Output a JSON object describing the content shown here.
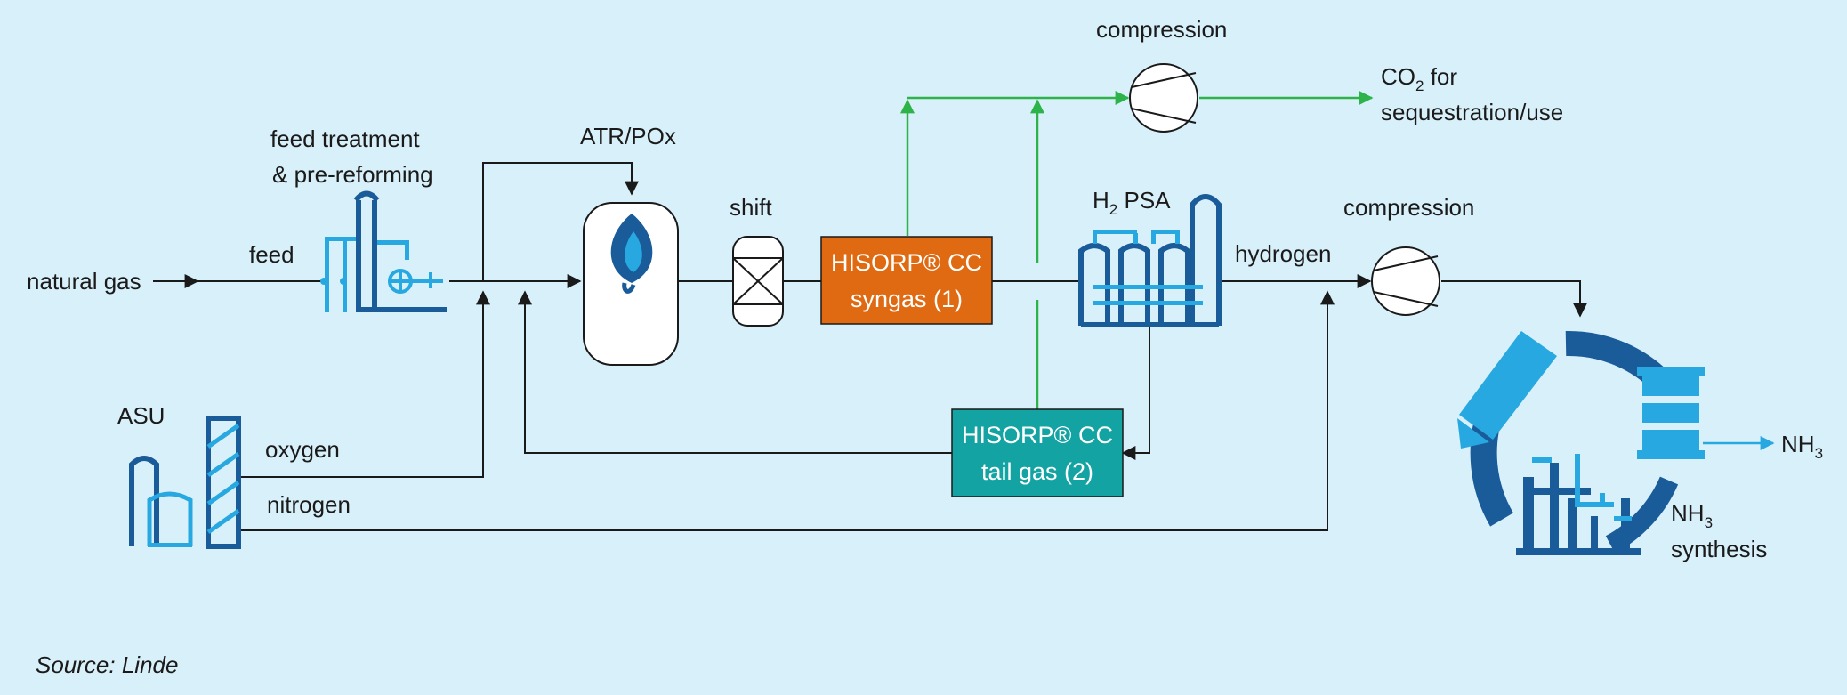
{
  "labels": {
    "natural_gas": "natural gas",
    "feed": "feed",
    "feed_treatment_line1": "feed treatment",
    "feed_treatment_line2": "& pre-reforming",
    "atr_pox": "ATR/POx",
    "shift": "shift",
    "compression_top": "compression",
    "co2_prefix": "CO",
    "co2_sub": "2",
    "co2_suffix": " for",
    "sequestration": "sequestration/use",
    "h2_prefix": "H",
    "h2_sub": "2",
    "h2_suffix": " PSA",
    "hydrogen": "hydrogen",
    "compression_right": "compression",
    "asu": "ASU",
    "oxygen": "oxygen",
    "nitrogen": "nitrogen",
    "nh3_out_prefix": "NH",
    "nh3_out_sub": "3",
    "nh3_syn_prefix": "NH",
    "nh3_syn_sub": "3",
    "synthesis": "synthesis",
    "source": "Source: Linde"
  },
  "boxes": {
    "syngas_line1": "HISORP® CC",
    "syngas_line2": "syngas (1)",
    "tailgas_line1": "HISORP® CC",
    "tailgas_line2": "tail gas (2)"
  },
  "colors": {
    "background": "#d8f0f9",
    "syngas_box": "#e06a12",
    "tailgas_box": "#14a3a3",
    "co2_line": "#2db34a",
    "equipment_dark": "#1a5b9a",
    "equipment_light": "#27a8e0"
  },
  "icons": {
    "feed_treatment": "feed-treatment-column-icon",
    "reactor": "atr-reactor-flame-icon",
    "shift": "shift-reactor-icon",
    "compressor": "compressor-icon",
    "psa": "psa-unit-icon",
    "asu": "asu-plant-icon",
    "nh3_loop": "ammonia-synthesis-loop-icon"
  }
}
